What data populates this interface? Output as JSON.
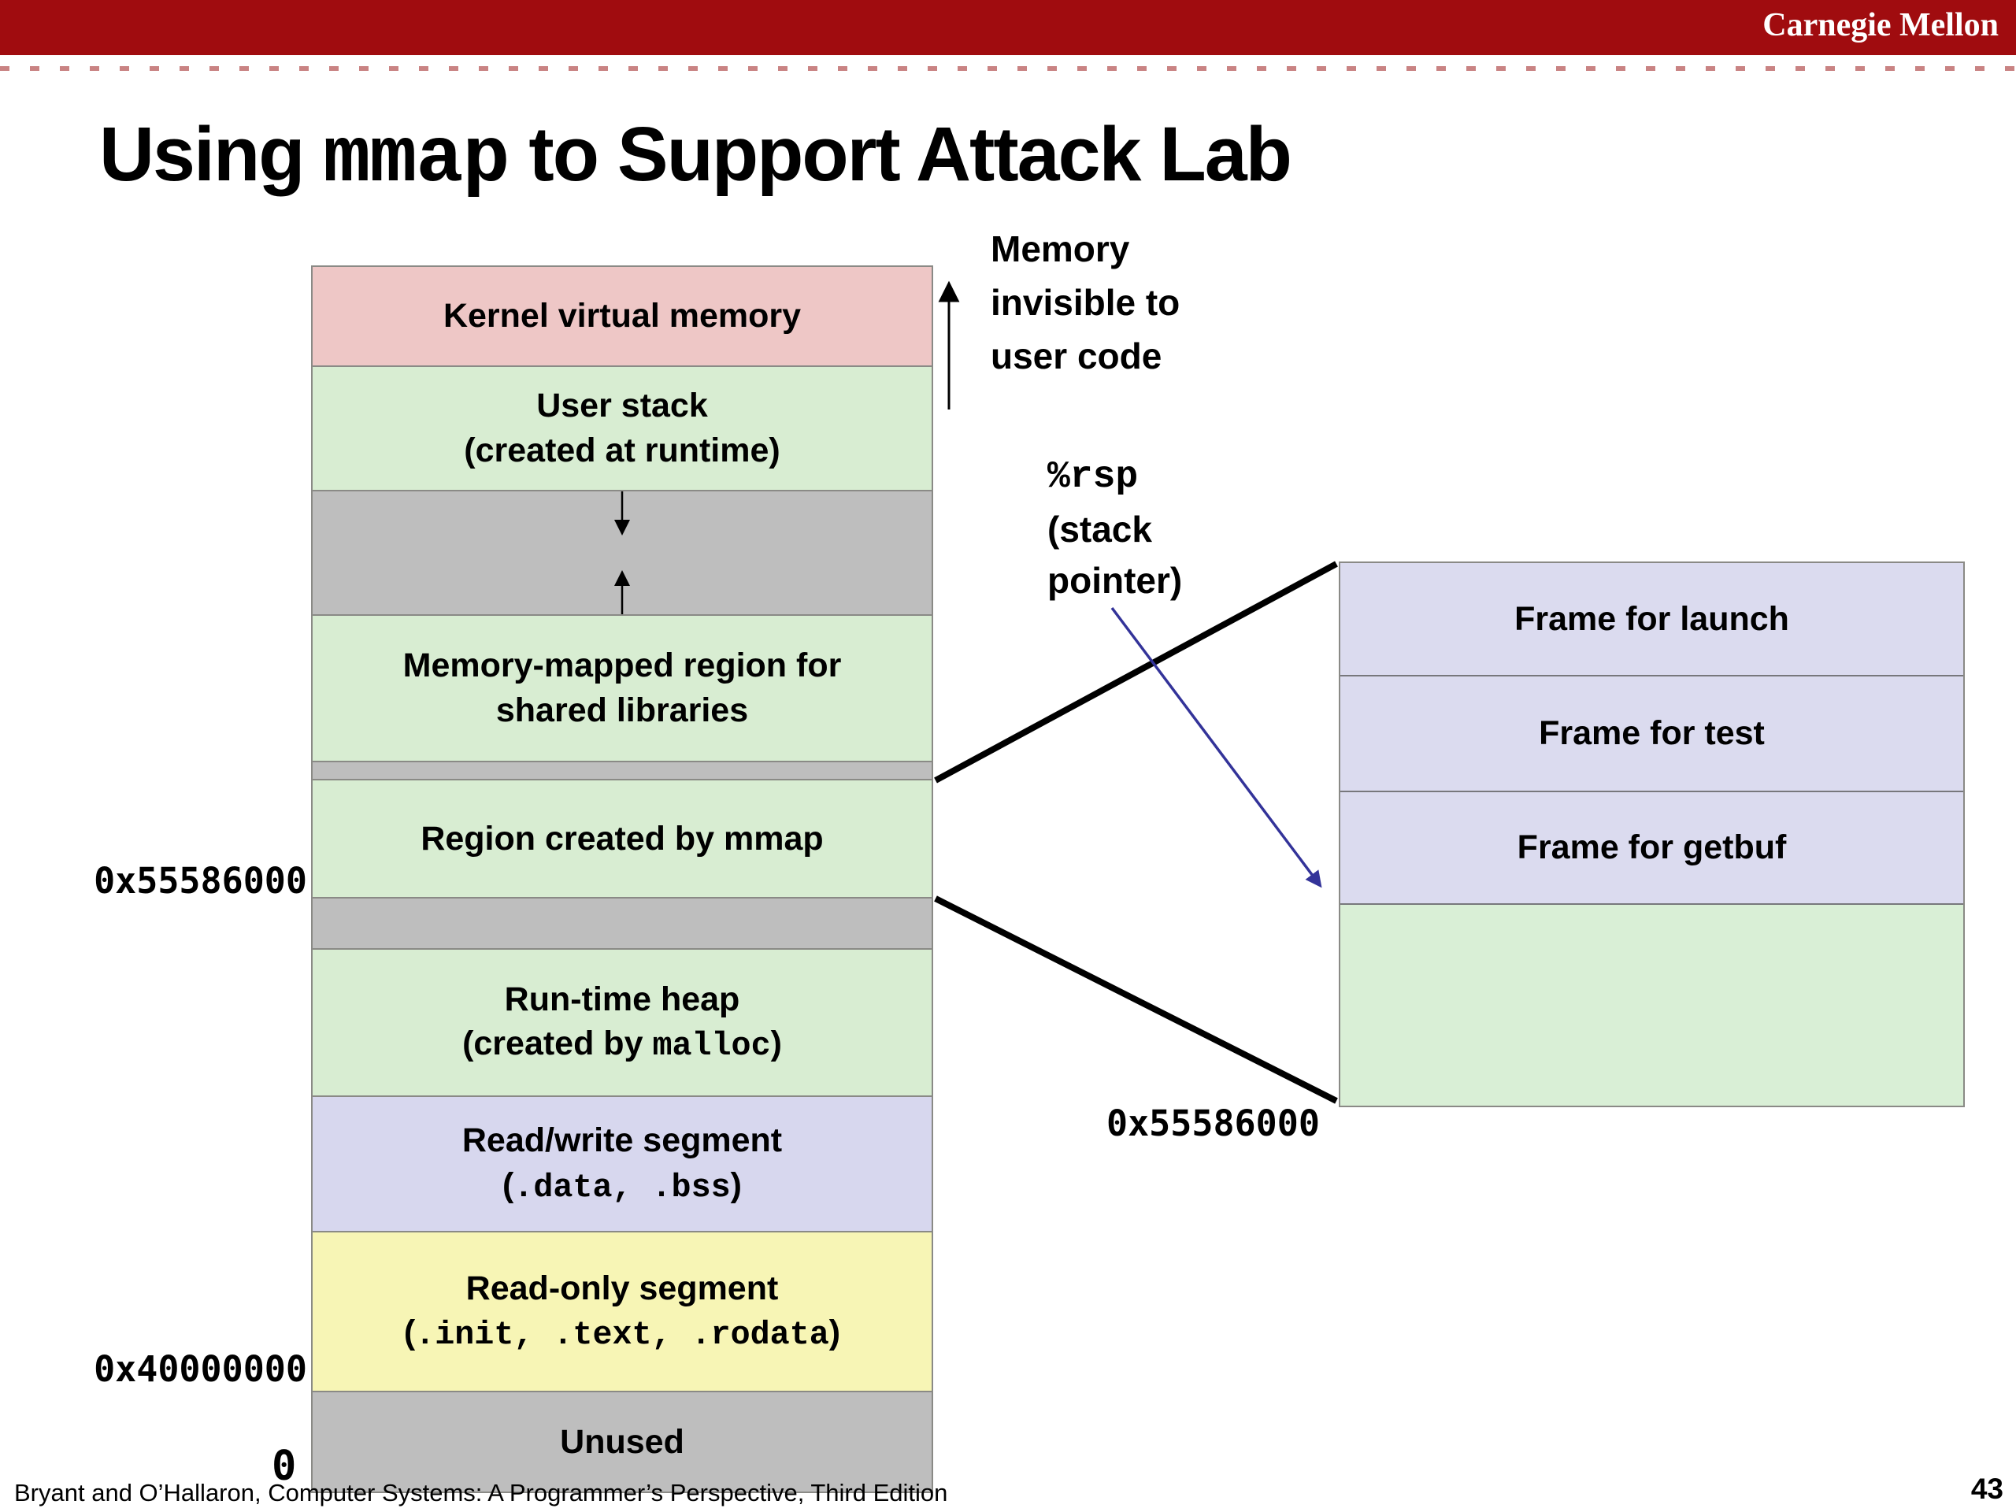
{
  "header": {
    "brand": "Carnegie Mellon"
  },
  "slide": {
    "title": {
      "pre": "Using ",
      "code": "mmap",
      "post": " to Support Attack Lab"
    },
    "footer": "Bryant and O’Hallaron, Computer Systems: A Programmer’s Perspective, Third Edition",
    "page_number": "43"
  },
  "memory_diagram": {
    "segments": {
      "kernel": {
        "label": "Kernel virtual memory"
      },
      "user_stack": {
        "line1": "User stack",
        "line2": "(created at runtime)"
      },
      "shared_libs": {
        "line1": "Memory-mapped region for",
        "line2": "shared libraries"
      },
      "mmap_region": {
        "label": "Region created by mmap"
      },
      "heap": {
        "line1": "Run-time heap",
        "line2_pre": "(created by ",
        "line2_code": "malloc",
        "line2_post": ")"
      },
      "rw_segment": {
        "line1": "Read/write segment",
        "line2_pre": "(",
        "line2_code": ".data, .bss",
        "line2_post": ")"
      },
      "ro_segment": {
        "line1": "Read-only segment",
        "line2_pre": "(",
        "line2_code": ".init, .text, .rodata",
        "line2_post": ")"
      },
      "unused": {
        "label": "Unused"
      }
    },
    "addresses": {
      "mmap_base": "0x55586000",
      "text_base": "0x40000000",
      "zero": "0"
    }
  },
  "annotations": {
    "memory_invisible": {
      "line1": "Memory",
      "line2": "invisible to",
      "line3": "user code"
    },
    "rsp": {
      "code": "%rsp",
      "line2": "(stack",
      "line3": "pointer)"
    }
  },
  "stack_zoom": {
    "frames": [
      {
        "label": "Frame for launch"
      },
      {
        "label": "Frame for test"
      },
      {
        "label": "Frame for getbuf"
      }
    ],
    "address": "0x55586000"
  },
  "colors": {
    "header_red": "#A00C0F",
    "kernel_pink": "#EEC7C6",
    "region_green": "#D8EDD2",
    "gap_gray": "#BEBEBE",
    "data_lavender": "#D7D7EE",
    "ro_yellow": "#F7F5B5",
    "frame_lavender": "#DBDBEF",
    "arrow_blue": "#333399"
  }
}
